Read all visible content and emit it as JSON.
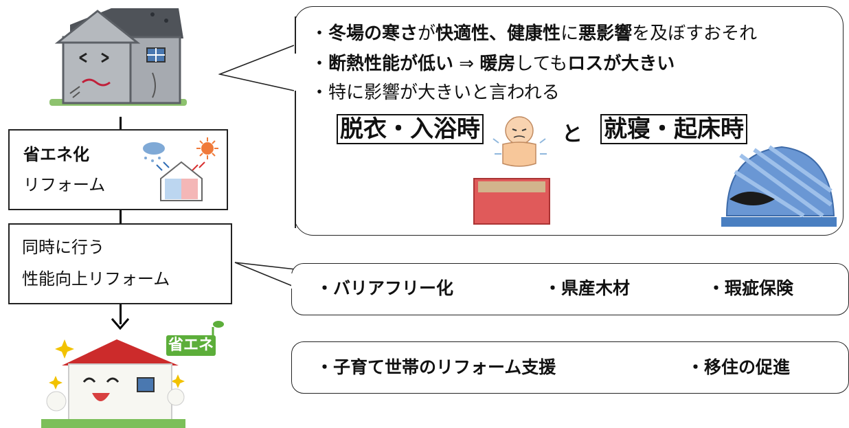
{
  "bubble_top": {
    "line1": {
      "p1": "・",
      "p2": "冬場の寒さ",
      "p3": "が",
      "p4": "快適性、健康性",
      "p5": "に",
      "p6": "悪影響",
      "p7": "を及ぼすおそれ"
    },
    "line2": {
      "p1": "・",
      "p2": "断熱性能が低い",
      "p3": " ⇒ ",
      "p4": "暖房",
      "p5": "しても",
      "p6": "ロスが大きい"
    },
    "line3": "・特に影響が大きいと言われる",
    "box_left": "脱衣・入浴時",
    "connector": "と",
    "box_right": "就寝・起床時"
  },
  "step_box1": {
    "title": "省エネ化",
    "subtitle": "リフォーム"
  },
  "step_box2": {
    "line1": "同時に行う",
    "line2": "性能向上リフォーム"
  },
  "pill1": {
    "item1": "・バリアフリー化",
    "item2": "・県産木材",
    "item3": "・瑕疵保険"
  },
  "pill2": {
    "item1": "・子育て世帯のリフォーム支援",
    "item2": "・移住の促進"
  },
  "badge": "省エネ",
  "colors": {
    "roof_red": "#cc2b2b",
    "house_gray": "#9aa0a6",
    "badge_green": "#5cae3a",
    "bath_red": "#e05a5a",
    "futon_blue": "#4a7fc1"
  }
}
